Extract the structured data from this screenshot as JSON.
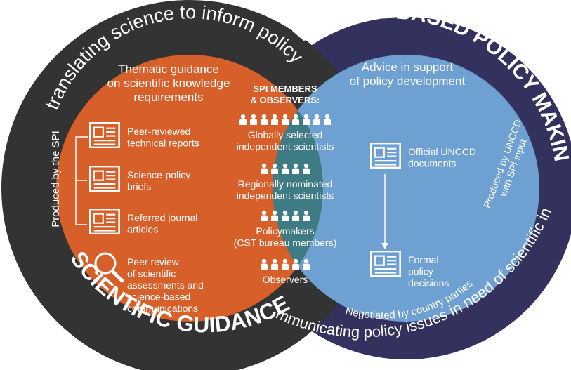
{
  "outer_left_arc_text": "translating science to inform policy",
  "outer_left_bottom_text": "SCIENTIFIC GUIDANCE",
  "outer_right_arc_text": "EVIDENCE-BASED POLICY MAKING",
  "outer_right_side_text": "in need of scientific input",
  "outer_right_bottom_text": "communicating policy issues in need of scientific input",
  "left": {
    "heading": [
      "Thematic guidance",
      "on scientific knowledge",
      "requirements"
    ],
    "side_label": "Produced by the SPI",
    "items": [
      {
        "icon": "document-icon",
        "lines": [
          "Peer-reviewed",
          "technical reports"
        ]
      },
      {
        "icon": "document-icon",
        "lines": [
          "Science-policy",
          "briefs"
        ]
      },
      {
        "icon": "document-icon",
        "lines": [
          "Referred journal",
          "articles"
        ]
      },
      {
        "icon": "magnifier-icon",
        "lines": [
          "Peer review",
          "of scientific",
          "assessments and",
          "science-based",
          "communications"
        ]
      }
    ]
  },
  "center": {
    "heading": [
      "SPI MEMBERS",
      "& OBSERVERS:"
    ],
    "groups": [
      {
        "people": 9,
        "lines": [
          "Globally selected",
          "independent scientists"
        ]
      },
      {
        "people": 5,
        "lines": [
          "Regionally nominated",
          "independent scientists"
        ]
      },
      {
        "people": 5,
        "lines": [
          "Policymakers",
          "(CST bureau members)"
        ]
      },
      {
        "people": 5,
        "lines": [
          "Observers"
        ]
      }
    ]
  },
  "right": {
    "heading": [
      "Advice in support",
      "of policy development"
    ],
    "side_label": [
      "Produced by UNCCD",
      "with SPI input"
    ],
    "items": [
      {
        "icon": "document-icon",
        "lines": [
          "Official UNCCD",
          "documents"
        ]
      },
      {
        "icon": "document-icon",
        "lines": [
          "Formal",
          "policy",
          "decisions"
        ]
      }
    ],
    "bottom_arc": "Negotiated by country parties"
  },
  "colors": {
    "dark_ring": "#333333",
    "navy_ring": "#33325f",
    "orange": "#d65f2a",
    "blue": "#6fa0d2",
    "teal": "#3f7b84"
  }
}
